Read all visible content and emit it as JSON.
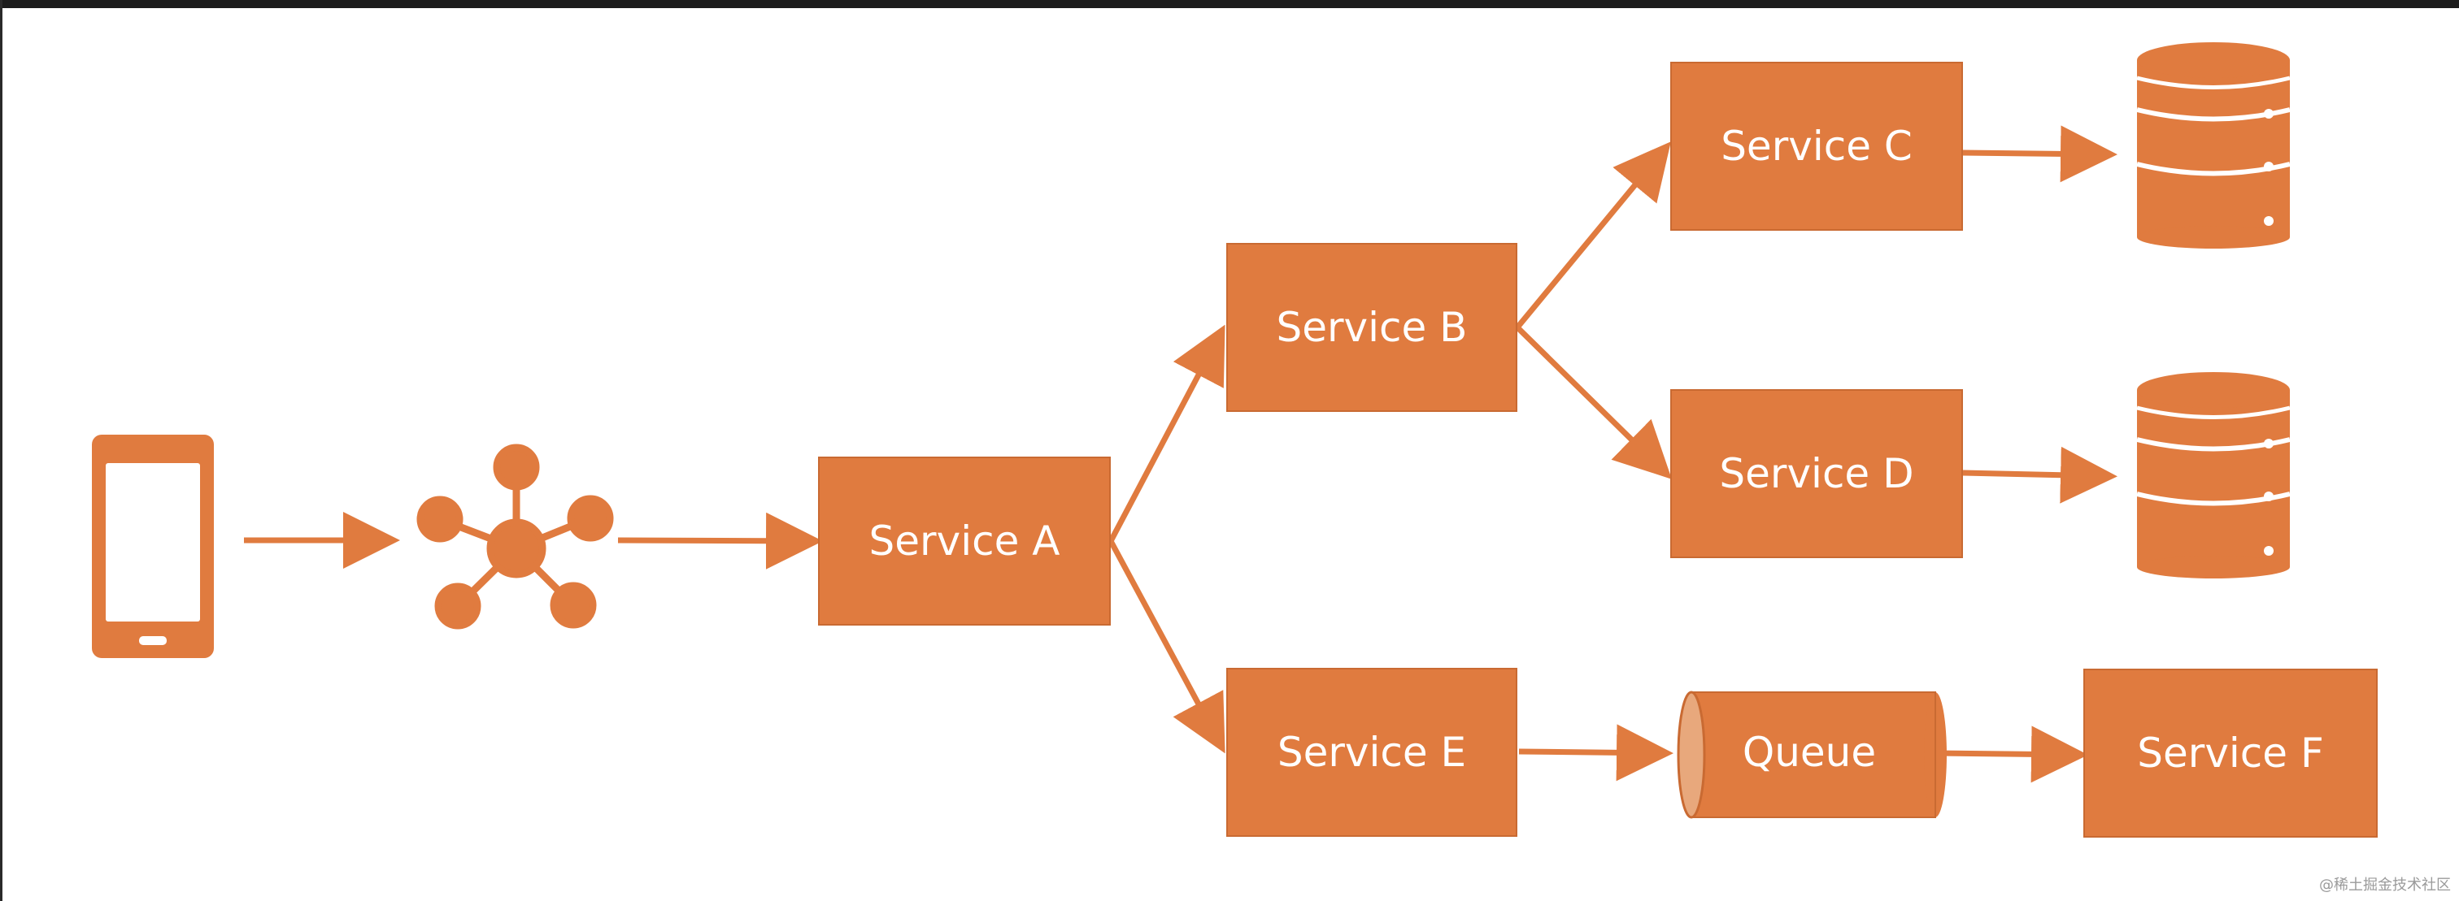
{
  "diagram": {
    "services": {
      "a": "Service A",
      "b": "Service B",
      "c": "Service C",
      "d": "Service D",
      "e": "Service E",
      "f": "Service F"
    },
    "queue_label": "Queue",
    "icons": {
      "client": "mobile-phone-icon",
      "gateway": "hub-network-icon",
      "storage": "database-icon"
    },
    "colors": {
      "accent": "#e07b3f",
      "queue_end": "#e8a87c"
    }
  },
  "watermark": "@稀土掘金技术社区"
}
